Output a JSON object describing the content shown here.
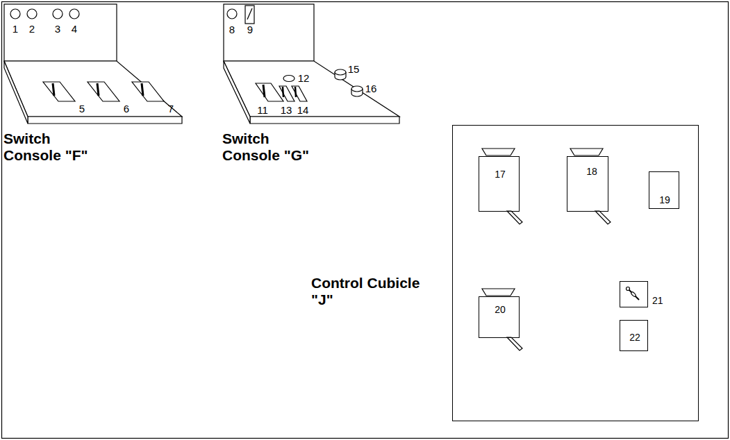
{
  "diagram": {
    "nodes": [
      {
        "text": [
          "Control Cubicle \"J\""
        ]
      },
      {
        "text": [
          "17"
        ],
        "in": 0
      },
      {
        "text": [
          "18"
        ],
        "in": 0
      },
      {
        "text": [
          "19"
        ],
        "in": 0
      },
      {
        "text": [
          "20"
        ],
        "in": 0
      },
      {
        "text": [
          "21"
        ],
        "in": 0
      },
      {
        "text": [
          "22"
        ],
        "in": 0
      }
    ],
    "labels": [
      "1",
      "2",
      "3",
      "4",
      "5",
      "6",
      "7",
      "Switch Console \"F\"",
      "8",
      "9",
      "12",
      "15",
      "16",
      "11",
      "13",
      "14",
      "Switch Console \"G\""
    ]
  }
}
